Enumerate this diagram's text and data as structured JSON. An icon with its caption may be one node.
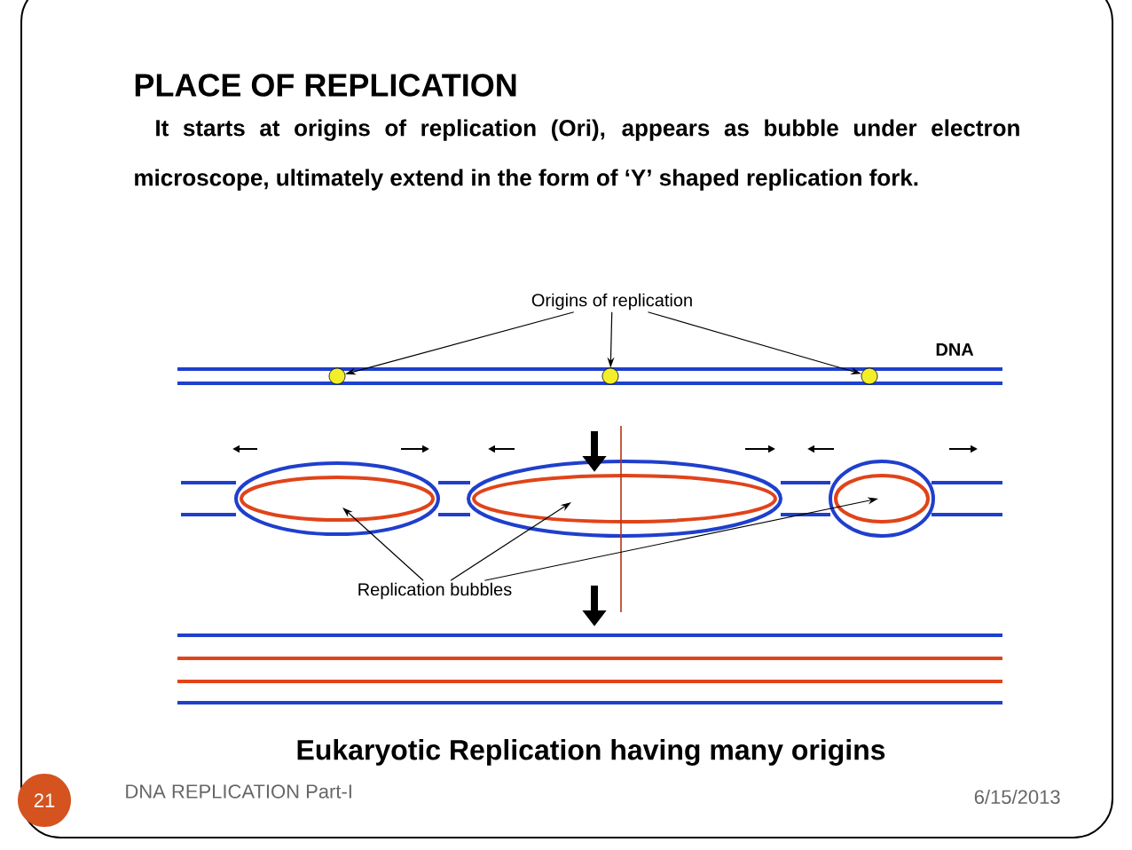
{
  "diagram": {
    "title": "PLACE OF REPLICATION",
    "caption": "Eukaryotic Replication having many origins",
    "nodes": [
      {
        "text": [
          "Origins of replication"
        ]
      },
      {
        "text": [],
        "shape": "circle"
      },
      {
        "text": [],
        "shape": "circle"
      },
      {
        "text": [],
        "shape": "circle"
      },
      {
        "text": [
          "Replication bubbles"
        ]
      },
      {
        "text": [
          "21"
        ]
      }
    ],
    "edges": [
      {
        "from": 0,
        "to": 1,
        "arrow": "to"
      },
      {
        "from": 0,
        "to": 2,
        "arrow": "to"
      },
      {
        "from": 0,
        "to": 3,
        "arrow": "to"
      },
      {
        "from": 4,
        "to": null,
        "arrow": "to"
      },
      {
        "from": 4,
        "to": null,
        "arrow": "to"
      },
      {
        "from": 4,
        "to": null,
        "arrow": "to"
      }
    ],
    "labels": [
      "It starts at origins of replication (Ori), appears as bubble under electron microscope, ultimately extend in the form of ‘Y’ shaped replication fork.",
      "DNA",
      "DNA REPLICATION Part-I",
      "6/15/2013"
    ]
  }
}
